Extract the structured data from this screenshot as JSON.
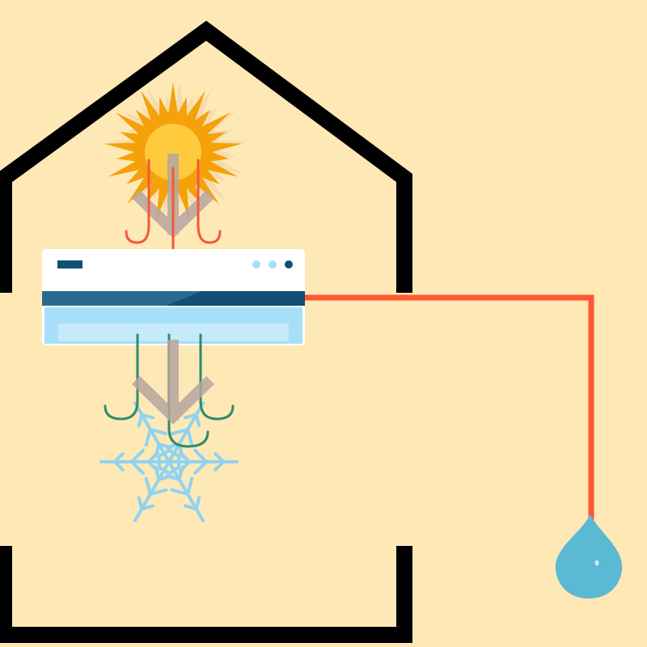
{
  "diagram": {
    "nodes": [
      {
        "id": "house",
        "icon": "house-outline-icon"
      },
      {
        "id": "heat",
        "icon": "sun-icon"
      },
      {
        "id": "air-conditioner",
        "icon": "air-conditioner-icon"
      },
      {
        "id": "cold",
        "icon": "snowflake-icon"
      },
      {
        "id": "condensate",
        "icon": "water-drop-icon"
      }
    ],
    "edges": [
      {
        "from": "heat",
        "to": "air-conditioner",
        "kind": "warm-air-flow"
      },
      {
        "from": "air-conditioner",
        "to": "cold",
        "kind": "cool-air-flow"
      },
      {
        "from": "air-conditioner",
        "to": "condensate",
        "kind": "drain-pipe"
      }
    ]
  },
  "colors": {
    "background": "#FDE8B6",
    "wall": "#000000",
    "warm_air": "#F05A3C",
    "cool_air": "#2E8B6A",
    "flow_arrow": "#B8A6A0",
    "drain_pipe": "#FF5733",
    "sun_rays": "#F5A10A",
    "sun_core": "#FFCB3C",
    "snowflake": "#8FD3F0",
    "ac_body": "#FFFFFF",
    "ac_band": "#114F73",
    "ac_vent": "#A6DFF7",
    "water_drop": "#5BB9D4"
  }
}
